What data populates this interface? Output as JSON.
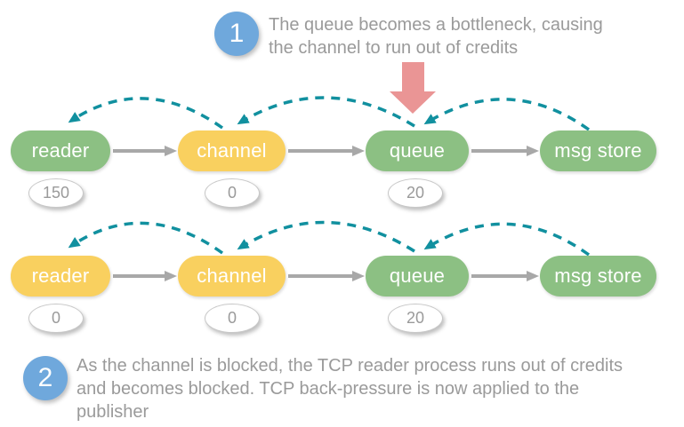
{
  "colors": {
    "green": "#8cc083",
    "yellow": "#f9d05f",
    "teal": "#11909f",
    "red": "#ea9595",
    "blue": "#6fa8dc",
    "arrowGray": "#a8a8a8",
    "textGray": "#9a9a9a"
  },
  "notes": [
    {
      "number": "1",
      "lines": [
        "The queue becomes a bottleneck, causing",
        "the channel to run out of credits"
      ]
    },
    {
      "number": "2",
      "lines": [
        "As the channel is blocked, the TCP reader process runs out of credits",
        "and becomes blocked. TCP back-pressure is now applied to the",
        "publisher"
      ]
    }
  ],
  "rows": [
    {
      "nodes": [
        {
          "label": "reader",
          "state": "green",
          "credits": "150"
        },
        {
          "label": "channel",
          "state": "yellow",
          "credits": "0"
        },
        {
          "label": "queue",
          "state": "green",
          "credits": "20"
        },
        {
          "label": "msg store",
          "state": "green"
        }
      ]
    },
    {
      "nodes": [
        {
          "label": "reader",
          "state": "yellow",
          "credits": "0"
        },
        {
          "label": "channel",
          "state": "yellow",
          "credits": "0"
        },
        {
          "label": "queue",
          "state": "green",
          "credits": "20"
        },
        {
          "label": "msg store",
          "state": "green"
        }
      ]
    }
  ]
}
